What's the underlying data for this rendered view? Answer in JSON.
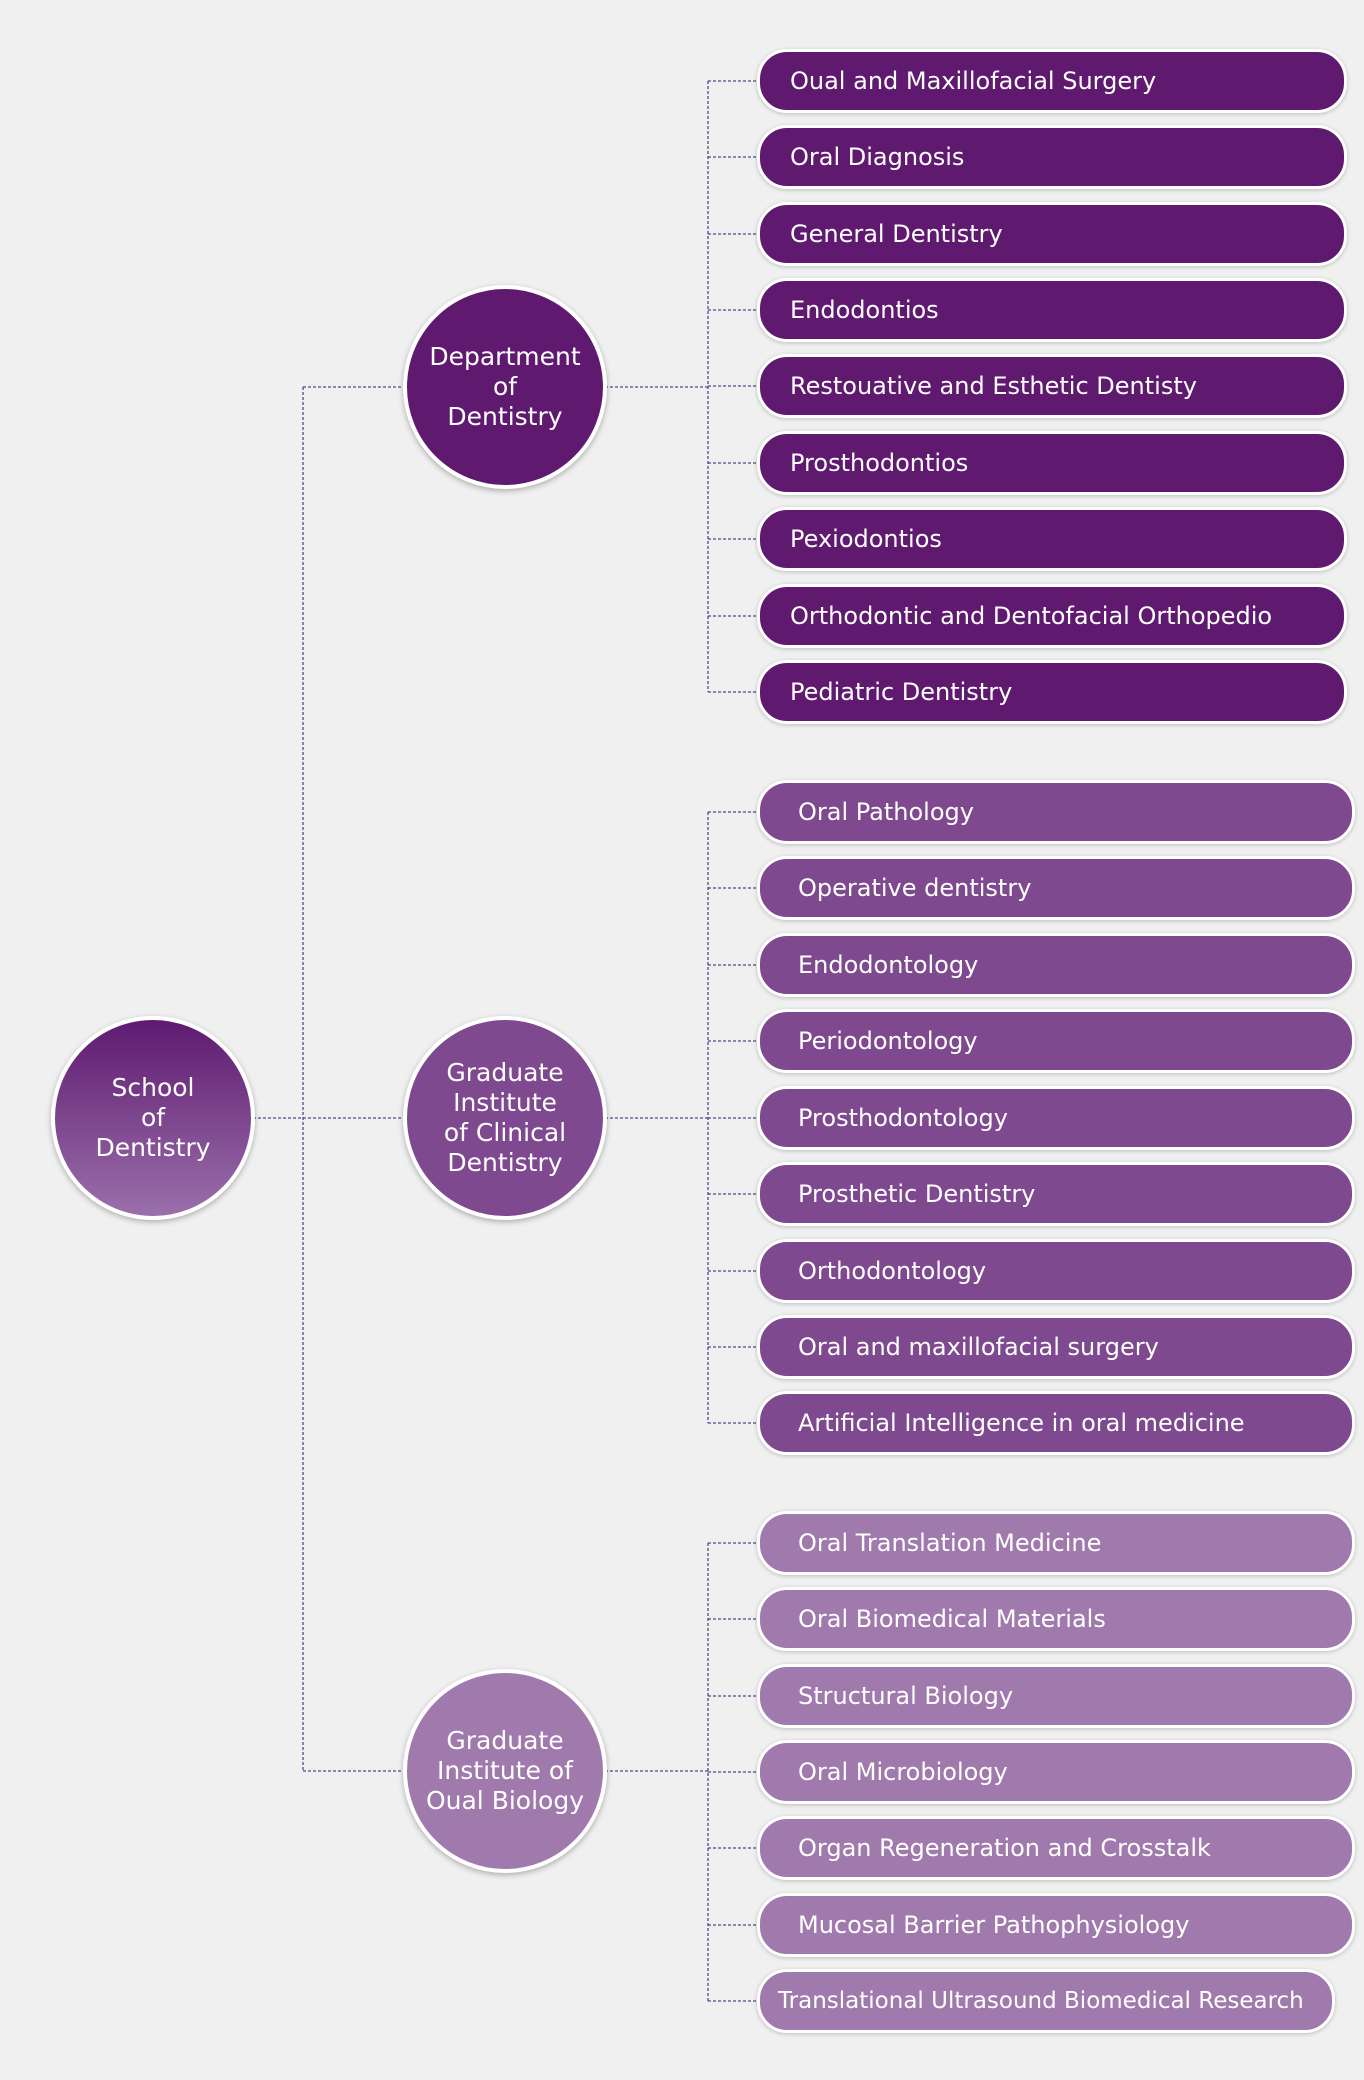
{
  "colors": {
    "dark": "#5f1a70",
    "medium": "#7e498e",
    "light": "#a07aad",
    "connector": "#4a4a8a",
    "background": "#f0f0f0"
  },
  "root": {
    "label": "School\nof\nDentistry"
  },
  "branches": [
    {
      "label": "Department\nof\nDentistry",
      "items": [
        "Oual and Maxillofacial Surgery",
        "Oral Diagnosis",
        "General Dentistry",
        "Endodontios",
        "Restouative and Esthetic Dentisty",
        "Prosthodontios",
        "Pexiodontios",
        "Orthodontic and Dentofacial Orthopedio",
        "Pediatric Dentistry"
      ]
    },
    {
      "label": "Graduate\nInstitute\nof Clinical\nDentistry",
      "items": [
        "Oral Pathology",
        "Operative dentistry",
        "Endodontology",
        "Periodontology",
        "Prosthodontology",
        "Prosthetic Dentistry",
        "Orthodontology",
        "Oral and maxillofacial surgery",
        "Artificial Intelligence in oral medicine"
      ]
    },
    {
      "label": "Graduate\nInstitute of\nOual Biology",
      "items": [
        "Oral Translation Medicine",
        "Oral Biomedical Materials",
        "Structural Biology",
        "Oral Microbiology",
        "Organ Regeneration and Crosstalk",
        "Mucosal Barrier Pathophysiology",
        "Translational Ultrasound Biomedical Research"
      ]
    }
  ]
}
